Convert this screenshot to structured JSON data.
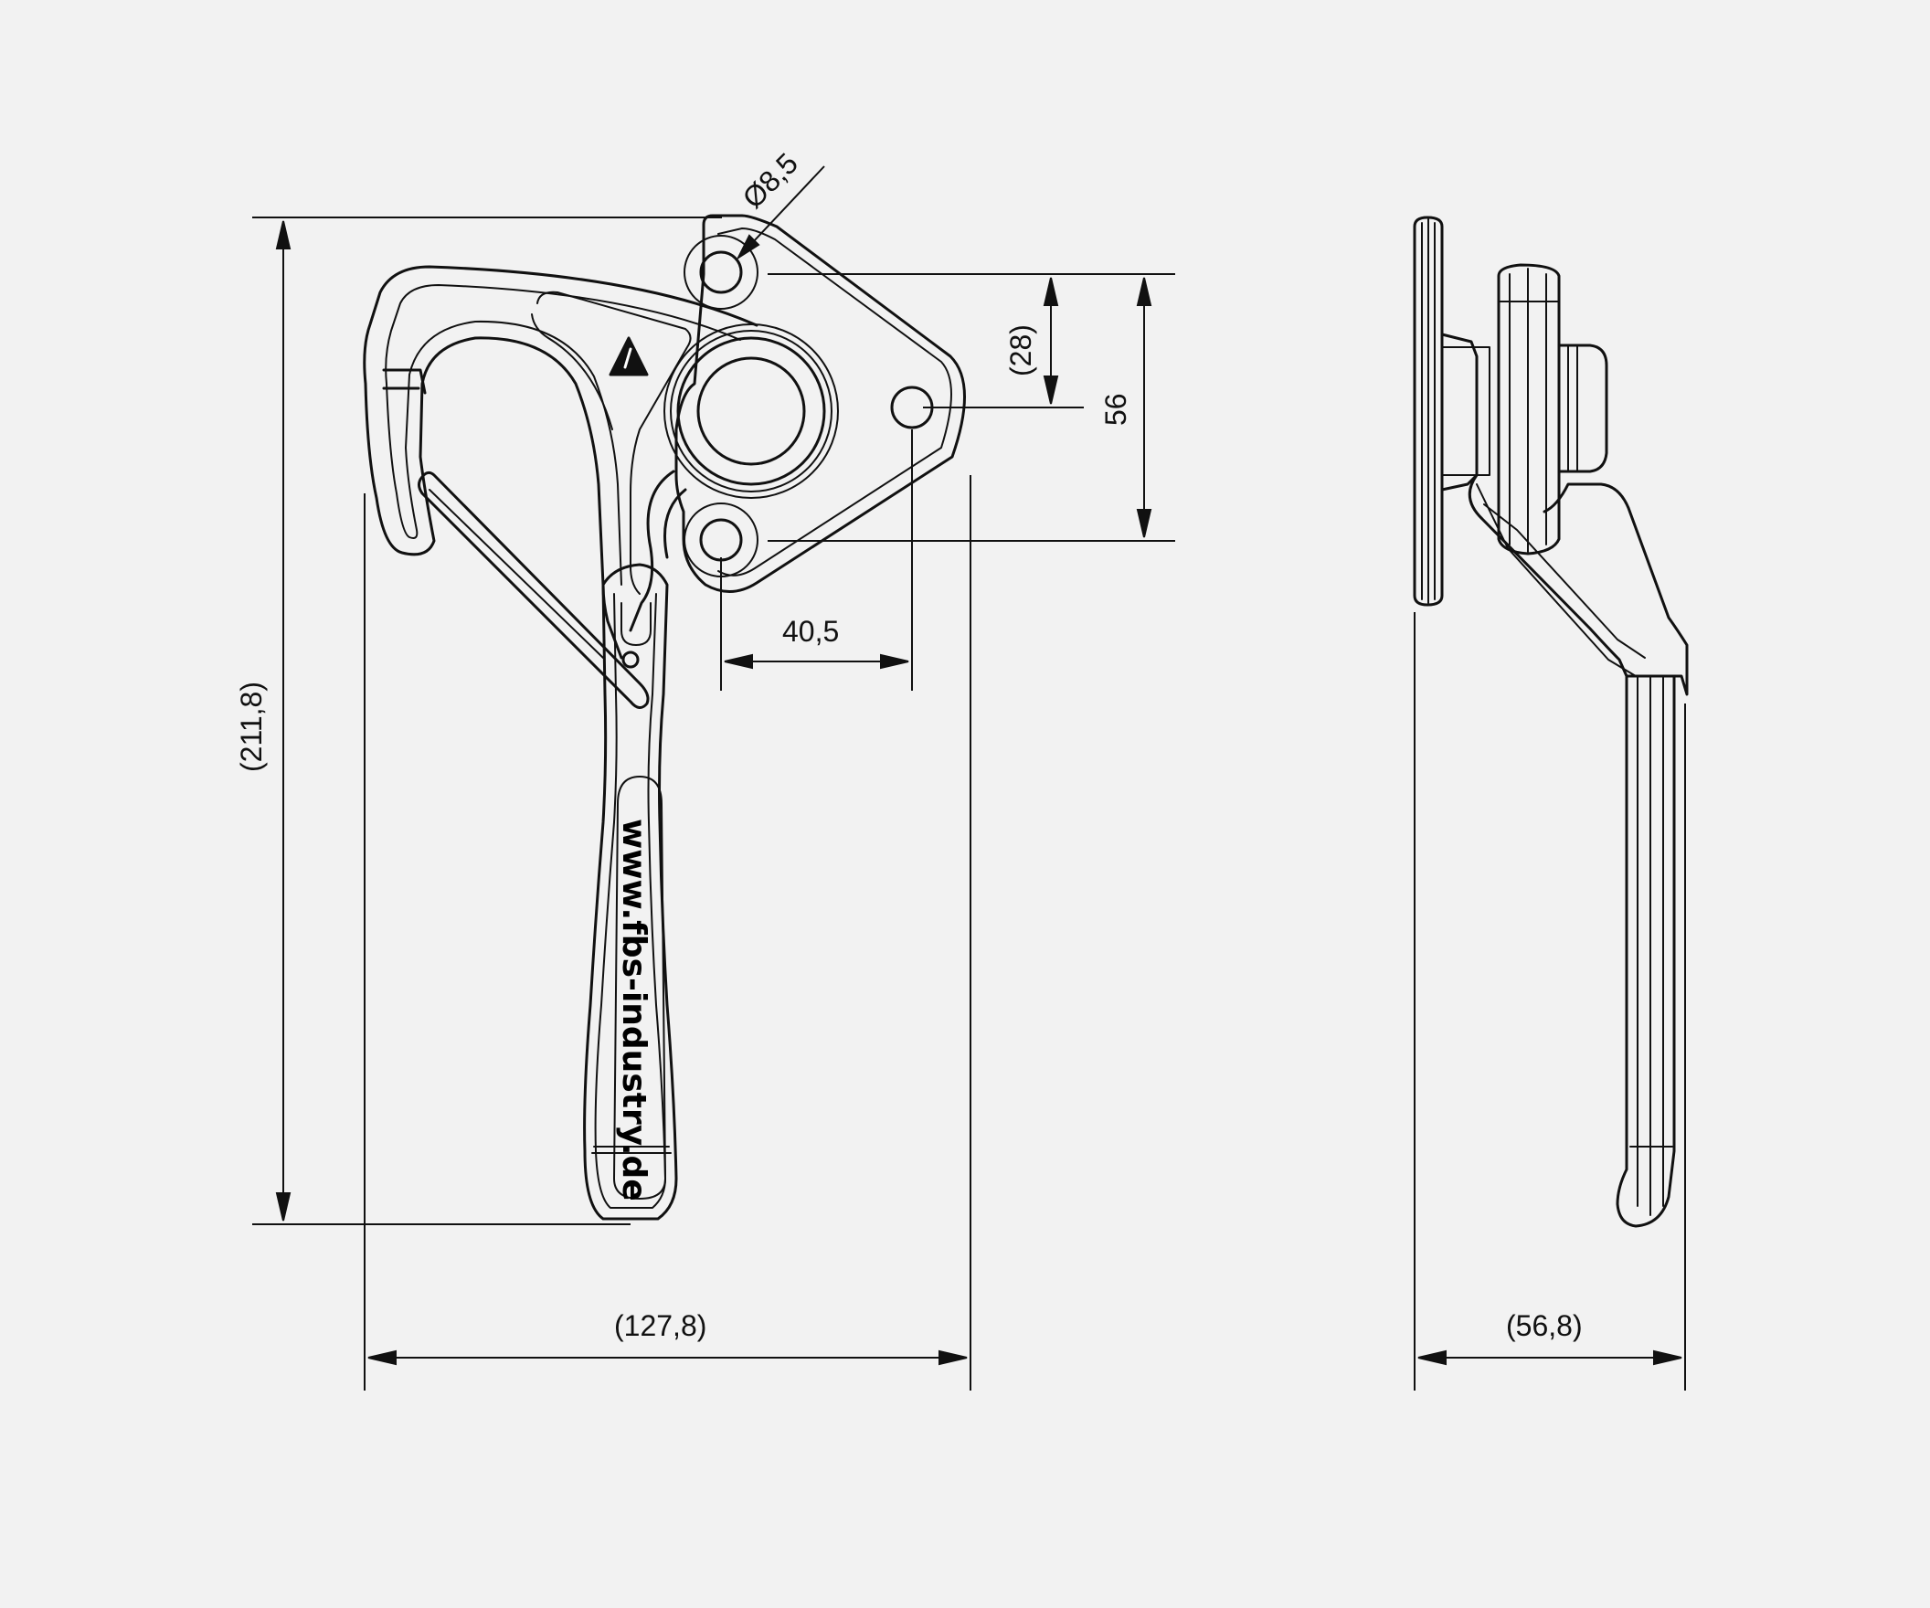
{
  "dimensions": {
    "hole_diameter": "Ø8,5",
    "spacing_28": "(28)",
    "spacing_56": "56",
    "spacing_40_5": "40,5",
    "height_total": "(211,8)",
    "width_total": "(127,8)",
    "depth_total": "(56,8)"
  },
  "handle_logo": "www.fbs-industry.de",
  "colors": {
    "background": "#f2f2f2",
    "line": "#111111"
  }
}
